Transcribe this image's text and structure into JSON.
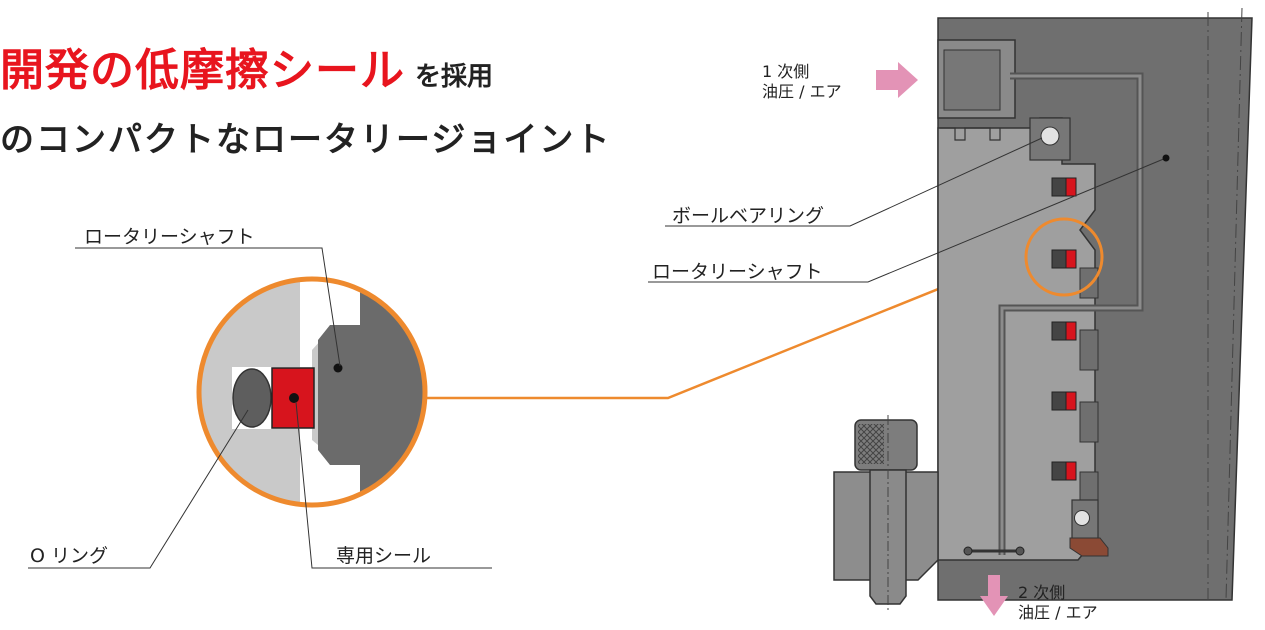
{
  "headline": {
    "main": "開発の低摩擦シール",
    "suffix": "を採用",
    "subtitle": "のコンパクトなロータリージョイント"
  },
  "labels": {
    "rotary_shaft_detail": "ロータリーシャフト",
    "o_ring": "O リング",
    "dedicated_seal": "専用シール",
    "ball_bearing": "ボールベアリング",
    "rotary_shaft": "ロータリーシャフト"
  },
  "ports": {
    "primary_line1": "1 次側",
    "primary_line2": "油圧 / エア",
    "secondary_line1": "2 次側",
    "secondary_line2": "油圧 / エア"
  },
  "colors": {
    "accent_red": "#e8151e",
    "seal_red": "#d7141d",
    "magnifier_orange": "#ee8a2e",
    "flow_arrow_pink": "#e393b6",
    "metal_dark": "#6b6b6b",
    "metal_light": "#a9a9a9"
  }
}
